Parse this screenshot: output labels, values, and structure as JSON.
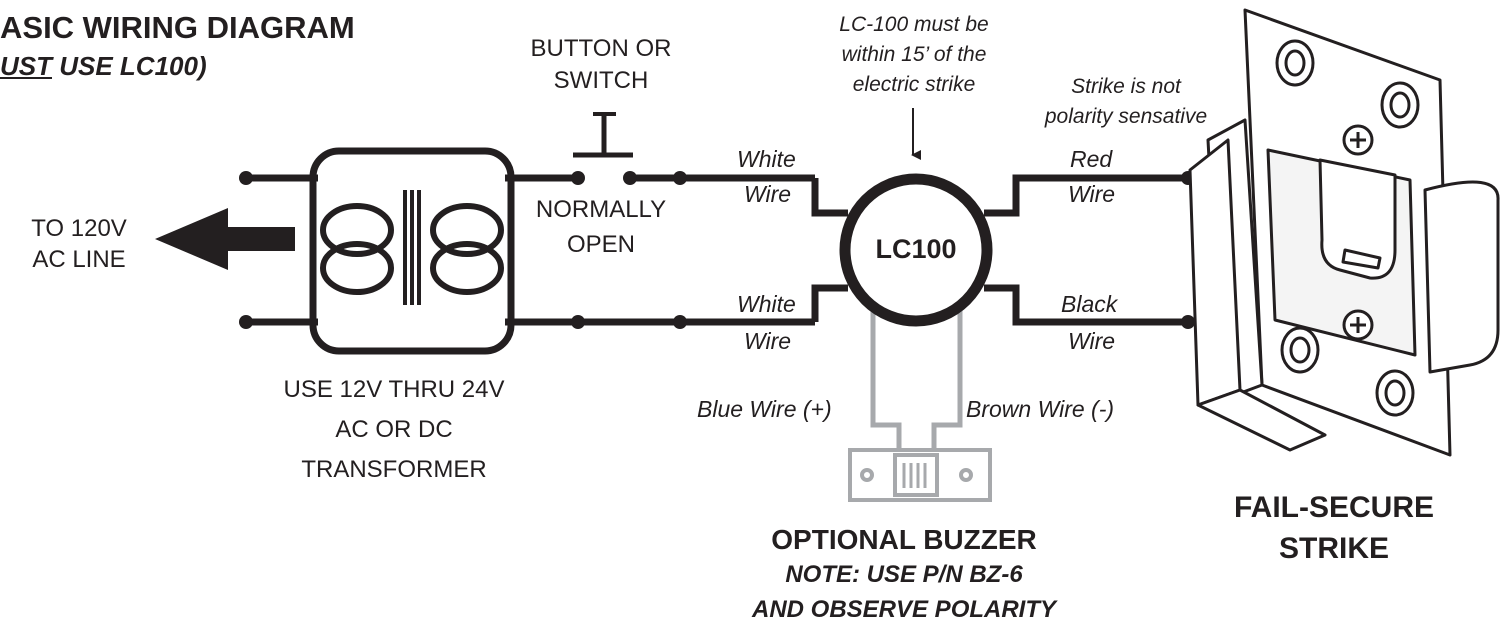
{
  "title": {
    "line1": "ASIC WIRING DIAGRAM",
    "line2_underlined": "UST",
    "line2_rest": " USE LC100)"
  },
  "left_feed": {
    "line1": "TO 120V",
    "line2": "AC LINE"
  },
  "transformer": {
    "line1": "USE 12V THRU 24V",
    "line2": "AC OR DC",
    "line3": "TRANSFORMER"
  },
  "switch": {
    "top1": "BUTTON OR",
    "top2": "SWITCH",
    "bottom1": "NORMALLY",
    "bottom2": "OPEN"
  },
  "controller": {
    "label": "LC100",
    "note1": "LC-100 must be",
    "note2": "within 15’ of the",
    "note3": "electric strike"
  },
  "wires": {
    "white_top_1": "White",
    "white_top_2": "Wire",
    "white_bottom_1": "White",
    "white_bottom_2": "Wire",
    "red_1": "Red",
    "red_2": "Wire",
    "black_1": "Black",
    "black_2": "Wire",
    "blue": "Blue Wire (+)",
    "brown": "Brown Wire (-)"
  },
  "strike": {
    "note1": "Strike is not",
    "note2": "polarity sensative",
    "label1": "FAIL-SECURE",
    "label2": "STRIKE"
  },
  "buzzer": {
    "line1": "OPTIONAL BUZZER",
    "line2": "NOTE: USE P/N BZ-6",
    "line3": "AND OBSERVE POLARITY"
  },
  "colors": {
    "ink": "#231f20",
    "gray_wire": "#a7a9ac",
    "fill": "#ffffff"
  }
}
